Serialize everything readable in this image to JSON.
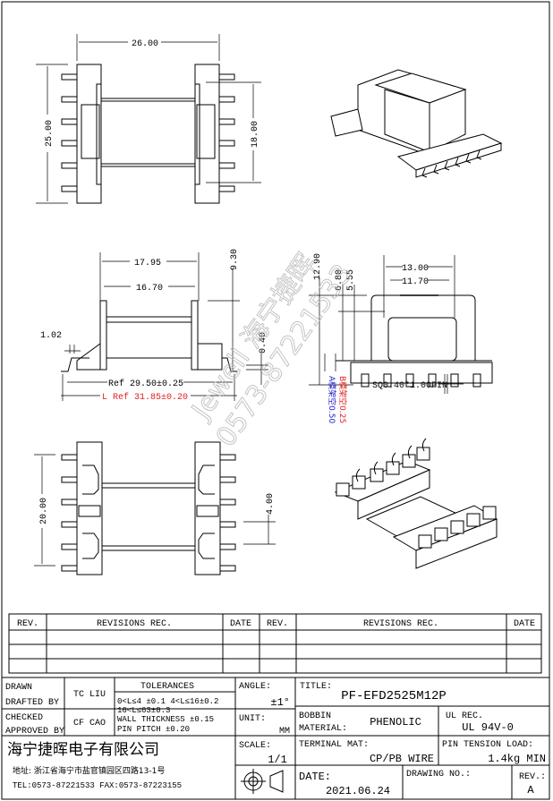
{
  "drawing": {
    "top_view": {
      "width_dim": "26.00",
      "height_dim": "25.00",
      "pin_span_dim": "18.00"
    },
    "side_view": {
      "dim_outer": "17.95",
      "dim_inner": "16.70",
      "dim_height": "9.30",
      "dim_thickness": "1.02",
      "dim_offset": "0.40",
      "ref_length": "Ref 29.50±0.25",
      "l_ref_length": "L  Ref 31.85±0.20"
    },
    "end_view": {
      "dim_height": "12.90",
      "dim_h1": "6.80",
      "dim_h2": "5.55",
      "dim_w1": "13.00",
      "dim_w2": "11.70",
      "pin_spec": "SQ0.40*1.00PIN",
      "note_a": "A模架空0.50",
      "note_b": "B模架空0.25",
      "note_a_color": "#1a1acc",
      "note_b_color": "#e02020"
    },
    "bottom_view": {
      "height_dim": "20.00",
      "pitch_dim": "4.00"
    },
    "watermark": {
      "line1": "Jewell 海宁捷晖",
      "line2": "0573-87221533"
    }
  },
  "revisions": {
    "headers": [
      "REV.",
      "REVISIONS  REC.",
      "DATE",
      "REV.",
      "REVISIONS  REC.",
      "DATE"
    ],
    "rows": [
      [
        "",
        "",
        "",
        "",
        "",
        ""
      ],
      [
        "",
        "",
        "",
        "",
        "",
        ""
      ],
      [
        "",
        "",
        "",
        "",
        "",
        ""
      ]
    ]
  },
  "title_block": {
    "drawn_label": "DRAWN",
    "drafted_label": "DRAFTED BY",
    "drafted_by": "TC LIU",
    "checked_label": "CHECKED",
    "approved_label": "APPROVED BY",
    "approved_by": "CF CAO",
    "tolerances_label": "TOLERANCES",
    "tol_line1": "0<L≤4  ±0.1  4<L≤16±0.2",
    "tol_line2": "16<L≤63±0.3",
    "tol_line3": "WALL THICKNESS  ±0.15",
    "tol_line4": "PIN PITCH  ±0.20",
    "angle_label": "ANGLE:",
    "angle_value": "±1°",
    "unit_label": "UNIT:",
    "unit_value": "MM",
    "scale_label": "SCALE:",
    "scale_value": "1/1",
    "title_label": "TITLE:",
    "title_value": "PF-EFD2525M12P",
    "bobbin_label": "BOBBIN",
    "material_label": "MATERIAL:",
    "material_value": "PHENOLIC",
    "ul_label": "UL REC.",
    "ul_value": "UL 94V-0",
    "terminal_label": "TERMINAL MAT:",
    "terminal_value": "CP/PB WIRE",
    "pin_tension_label": "PIN TENSION LOAD:",
    "pin_tension_value": "1.4kg MIN",
    "company_name": "海宁捷晖电子有限公司",
    "address": "地址: 浙江省海宁市盐官镇园区四路13-1号",
    "contact": "TEL:0573-87221533 FAX:0573-87223155",
    "date_label": "DATE:",
    "date_value": "2021.06.24",
    "drawing_no_label": "DRAWING NO.:",
    "drawing_no_value": "",
    "rev_label": "REV.:",
    "rev_value": "A"
  }
}
